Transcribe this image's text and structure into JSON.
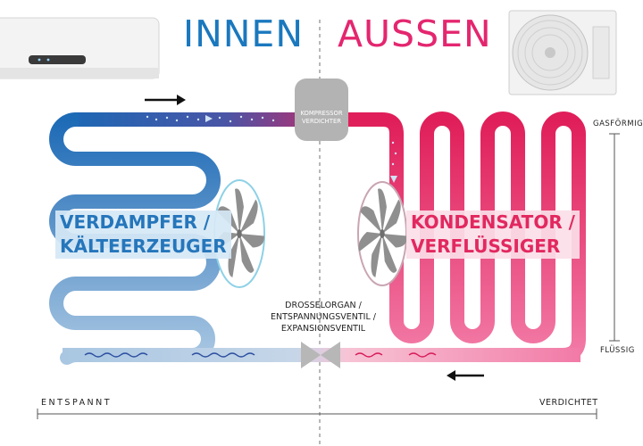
{
  "header": {
    "inner_title": "INNEN",
    "outer_title": "AUSSEN"
  },
  "evaporator": {
    "line1": "VERDAMPFER /",
    "line2": "KÄLTEERZEUGER"
  },
  "condenser": {
    "line1": "KONDENSATOR /",
    "line2": "VERFLÜSSIGER"
  },
  "compressor": {
    "line1": "KOMPRESSOR",
    "line2": "VERDICHTER"
  },
  "valve": {
    "line1": "DROSSELORGAN /",
    "line2": "ENTSPANNUNGSVENTIL /",
    "line3": "EXPANSIONSVENTIL"
  },
  "scale": {
    "gaseous": "GASFÖRMIG",
    "liquid": "FLÜSSIG"
  },
  "bottom_axis": {
    "left": "ENTSPANNT",
    "right": "VERDICHTET"
  },
  "colors": {
    "inner_blue": "#1a78be",
    "outer_pink": "#e4266f"
  }
}
